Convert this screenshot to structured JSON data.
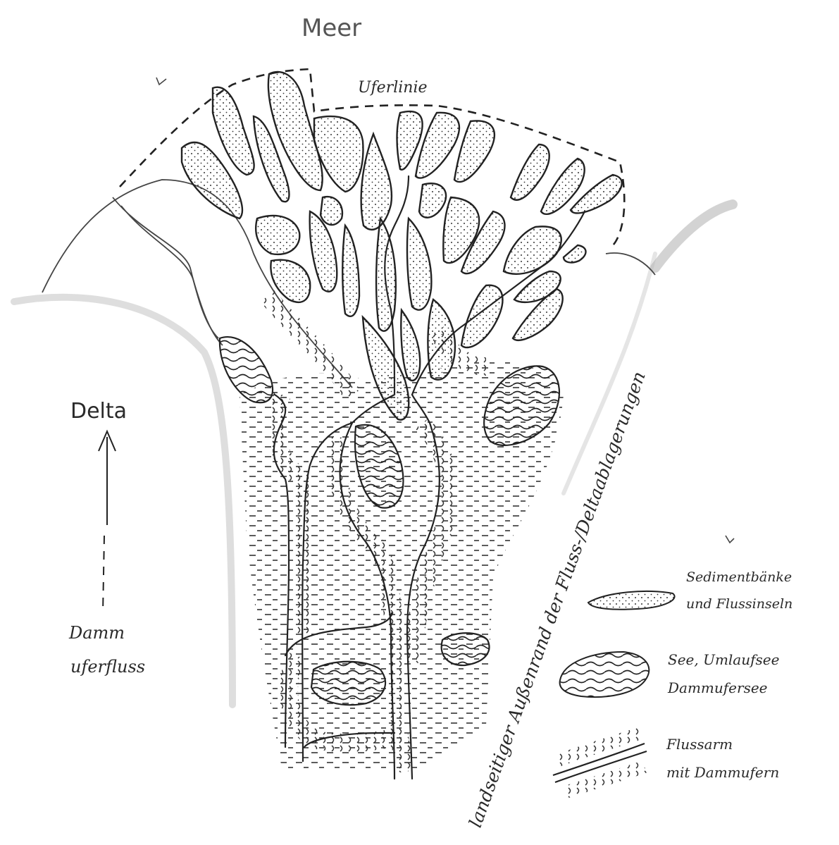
{
  "diagram": {
    "labels": {
      "sea": "Meer",
      "shoreline": "Uferlinie",
      "delta": "Delta",
      "levee_river_line1": "Damm",
      "levee_river_line2": "uferfluss",
      "outer_edge": "landseitiger Außenrand der Fluss-/Deltaablagerungen"
    },
    "legend": {
      "bars": {
        "line1": "Sedimentbänke",
        "line2": "und Flussinseln"
      },
      "lake": {
        "line1": "See, Umlaufsee",
        "line2": "Dammufersee"
      },
      "channel": {
        "line1": "Flussarm",
        "line2": "mit Dammufern"
      }
    },
    "colors": {
      "ink": "#222222",
      "pencil": "#9a9a9a"
    }
  }
}
